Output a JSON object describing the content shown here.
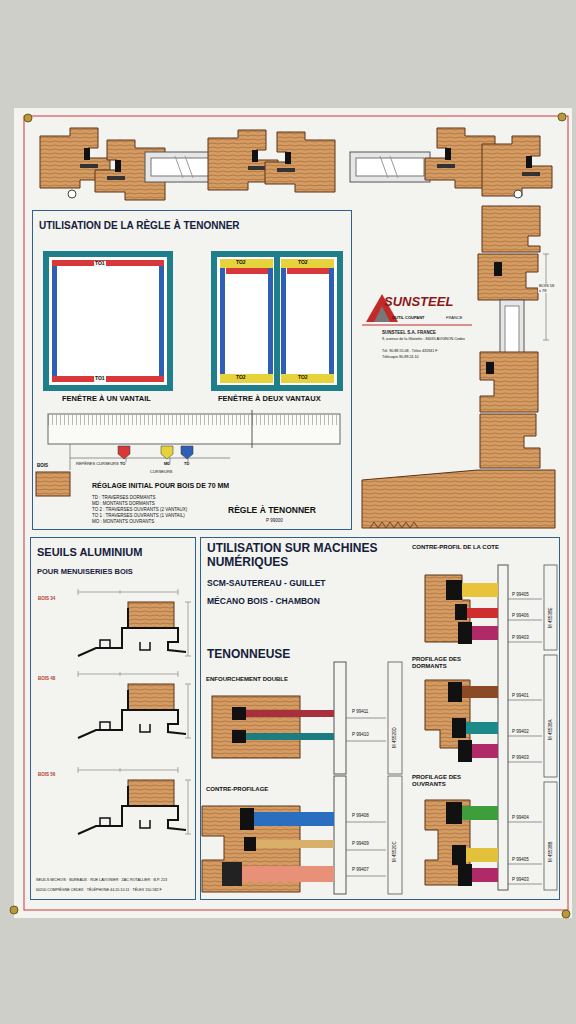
{
  "diagram": {
    "nodes": [
      {
        "text": [
          "UTILISATION DE LA RÈGLE À TENONNER"
        ]
      },
      {
        "text": [
          "SEUILS ALUMINIUM",
          "POUR MENUISERIES BOIS"
        ]
      },
      {
        "text": [
          "UTILISATION SUR MACHINES NUMÉRIQUES",
          "SCM-SAUTEREAU - GUILLET",
          "MÉCANO BOIS - CHAMBON",
          "TENONNEUSE"
        ]
      }
    ],
    "labels": [
      "TO1",
      "TO1",
      "TO2",
      "TO2",
      "TO2",
      "TO2",
      "FENÊTRE À UN VANTAIL",
      "FENÊTRE À DEUX VANTAUX",
      "BOIS",
      "REPÈRES CURSEURS",
      "CURSEURS",
      "TO",
      "MD",
      "TD",
      "RÉGLAGE INITIAL POUR BOIS DE 70 MM",
      "TD : TRAVERSES DORMANTS",
      "MD : MONTANTS DORMANTS",
      "TO 2 : TRAVERSES OUVRANTS (2 VANTAUX)",
      "TO 1 : TRAVERSES OUVRANTS (1 VANTAIL)",
      "MO : MONTANTS OUVRANTS",
      "RÈGLE À TENONNER",
      "P 99000",
      "SUNSTEEL",
      "OUTIL COUPANT",
      "FRANCE",
      "SUNSTEEL S.A. FRANCE",
      "9, avenue de la Gloriette - 84035 AVIGNON Cedex",
      "Tél. 90.88.55.08 - Télex 431941 F",
      "Télécopie 90.89.24.10",
      "BOIS 58 x 78",
      "BOIS 34",
      "BOIS 48",
      "BOIS 56",
      "SEUILS MICHOIS · BUREAUX · RUE LAVOISIER · ZAC ROTALLIER · B.P. 213",
      "60200 COMPIÈGNE CEDEX · TÉLÉPHONE 44.20.10.11 · TÉLEX 150.582 F",
      "ENFOURCHEMENT DOUBLE",
      "P 99411",
      "P 99410",
      "M 45520D",
      "CONTRE-PROFILAGE",
      "P 99408",
      "P 99409",
      "P 99407",
      "M 45520C",
      "CONTRE-PROFIL DE LA COTE",
      "P 99405",
      "P 99406",
      "P 99403",
      "M 45538E",
      "PROFILAGE DES DORMANTS",
      "P 99401",
      "P 99402",
      "P 99403",
      "M 45538A",
      "PROFILAGE DES OUVRANTS",
      "P 99404",
      "P 99405",
      "P 99403",
      "M 45538B"
    ]
  }
}
